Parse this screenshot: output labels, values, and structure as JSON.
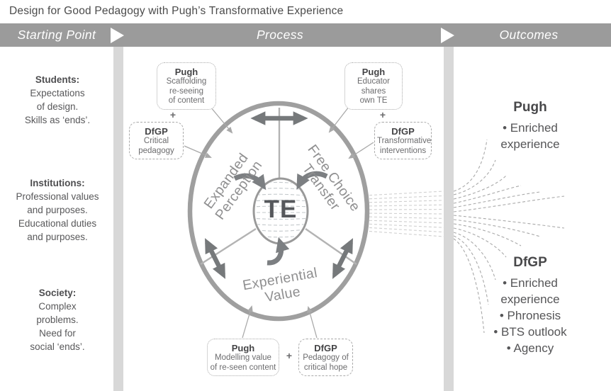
{
  "title": "Design for Good Pedagogy with Pugh’s Transformative Experience",
  "header": {
    "columns": [
      {
        "label": "Starting Point"
      },
      {
        "label": "Process"
      },
      {
        "label": "Outcomes"
      }
    ]
  },
  "starting_point": {
    "blocks": [
      {
        "lines": [
          "Students:",
          "Expectations",
          "of design.",
          "Skills as ‘ends’."
        ]
      },
      {
        "lines": [
          "Institutions:",
          "Professional values",
          "and purposes.",
          "Educational duties",
          "and purposes."
        ]
      },
      {
        "lines": [
          "Society:",
          "Complex",
          "problems.",
          "Need for",
          "social ‘ends’."
        ]
      }
    ]
  },
  "process": {
    "plus": "+",
    "core_label": "TE",
    "boxes": [
      {
        "heading": "Pugh",
        "lines": [
          "Scaffolding",
          "re-seeing",
          "of content"
        ]
      },
      {
        "heading": "DfGP",
        "lines": [
          "Critical",
          "pedagogy"
        ]
      },
      {
        "heading": "Pugh",
        "lines": [
          "Educator",
          "shares",
          "own TE"
        ]
      },
      {
        "heading": "DfGP",
        "lines": [
          "Transformative",
          "interventions"
        ]
      },
      {
        "heading": "Pugh",
        "lines": [
          "Modelling value",
          "of re-seen content"
        ]
      },
      {
        "heading": "DfGP",
        "lines": [
          "Pedagogy of",
          "critical hope"
        ]
      }
    ],
    "sectors": [
      {
        "lines": [
          "Expanded",
          "Perception"
        ]
      },
      {
        "lines": [
          "Free Choice",
          "Transfer"
        ]
      },
      {
        "lines": [
          "Experiential",
          "Value"
        ]
      }
    ]
  },
  "outcomes": {
    "pugh": {
      "heading": "Pugh",
      "lines": [
        "• Enriched",
        "experience"
      ]
    },
    "dfgp": {
      "heading": "DfGP",
      "lines": [
        "• Enriched",
        "experience",
        "• Phronesis",
        "• BTS outlook",
        "• Agency"
      ]
    }
  },
  "colors": {
    "header_bar": "#9b9b9b",
    "divider": "#d8d8d8",
    "ring": "#9f9f9f",
    "sector_line": "#b3b3b3",
    "dark_arrow": "#76797b",
    "thin_arrow": "#a9a9a9",
    "dashed_light": "#cfcfcf",
    "dashed_mid": "#a9a9a9",
    "text_dark": "#4b4b4b",
    "text_mid": "#58585a"
  }
}
